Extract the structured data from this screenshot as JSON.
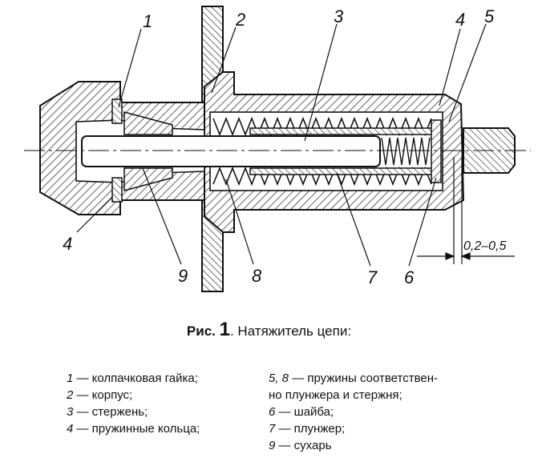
{
  "figure": {
    "callouts": [
      "1",
      "2",
      "3",
      "4",
      "5",
      "4",
      "9",
      "8",
      "7",
      "6"
    ],
    "dimension": "0,2–0,5"
  },
  "caption": {
    "prefix": "Рис.",
    "number": "1",
    "title": ". Натяжитель цепи:"
  },
  "legend": {
    "left": [
      {
        "num": "1",
        "text": " — колпачковая гайка;"
      },
      {
        "num": "2",
        "text": " — корпус;"
      },
      {
        "num": "3",
        "text": " — стержень;"
      },
      {
        "num": "4",
        "text": " — пружинные кольца;"
      }
    ],
    "right": [
      {
        "num": "5, 8",
        "text": " — пружины соответствен-"
      },
      {
        "num": "",
        "text": "но плунжера и стержня;"
      },
      {
        "num": "6",
        "text": " — шайба;"
      },
      {
        "num": "7",
        "text": " — плунжер;"
      },
      {
        "num": "9",
        "text": " — сухарь"
      }
    ]
  }
}
